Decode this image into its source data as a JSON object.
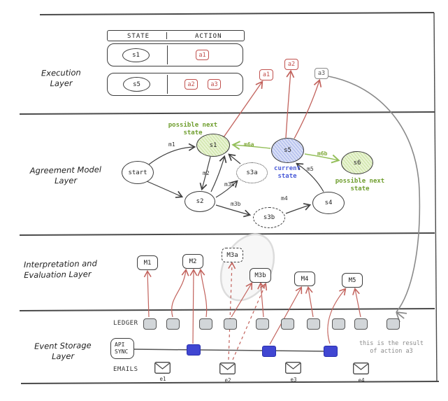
{
  "execution_layer": {
    "label_line1": "Execution",
    "label_line2": "Layer",
    "table": {
      "header_state": "STATE",
      "header_action": "ACTION",
      "rows": [
        {
          "state": "s1",
          "actions": [
            "a1"
          ]
        },
        {
          "state": "s5",
          "actions": [
            "a2",
            "a3"
          ]
        }
      ]
    },
    "floating_actions": {
      "a1": "a1",
      "a2": "a2",
      "a3": "a3"
    }
  },
  "agreement_layer": {
    "label_line1": "Agreement Model",
    "label_line2": "Layer",
    "annotations": {
      "possible_next_state_top": "possible next state",
      "current_line1": "current",
      "current_line2": "state",
      "possible_next_line1": "possible next",
      "possible_next_line2": "state"
    },
    "states": {
      "start": "start",
      "s1": "s1",
      "s2": "s2",
      "s3a": "s3a",
      "s3b": "s3b",
      "s4": "s4",
      "s5": "s5",
      "s6": "s6"
    },
    "transitions": {
      "m1": "m1",
      "m2": "m2",
      "m3a": "m3a",
      "m3b": "m3b",
      "m4": "m4",
      "m5": "m5",
      "m6a": "m6a",
      "m6b": "m6b"
    }
  },
  "interpretation_layer": {
    "label_line1": "Interpretation and",
    "label_line2": "Evaluation Layer",
    "models": {
      "m1": "M1",
      "m2": "M2",
      "m3a": "M3a",
      "m3b": "M3b",
      "m4": "M4",
      "m5": "M5"
    }
  },
  "event_layer": {
    "label_line1": "Event Storage",
    "label_line2": "Layer",
    "ledger_label": "LEDGER",
    "api_sync_line1": "API",
    "api_sync_line2": "SYNC",
    "emails_label": "EMAILS",
    "emails": {
      "e1": "e1",
      "e2": "e2",
      "e3": "e3",
      "e4": "e4"
    },
    "note_line1": "this is the result",
    "note_line2": "of action a3"
  },
  "colors": {
    "action_red": "#c0504d",
    "arrow_red": "#c2625c",
    "green_text": "#6f9e2e",
    "green_arrow": "#94bf5a",
    "current_state_blue": "#4a5bd8",
    "sync_blue": "#4046d2",
    "ledger_gray": "#d2d6d9"
  }
}
